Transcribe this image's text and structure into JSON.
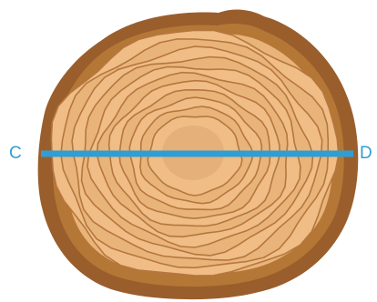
{
  "diagram": {
    "labels": {
      "left": "C",
      "right": "D"
    },
    "colors": {
      "bark_outer": "#9a5e2c",
      "bark_inner": "#b47736",
      "sapwood": "#e9b47a",
      "heartwood": "#efbd85",
      "center": "#e6b07a",
      "ring_line": "#b6763f",
      "diameter_line": "#2f9ed4",
      "label": "#2f9ed4"
    },
    "ring_count": 11
  }
}
